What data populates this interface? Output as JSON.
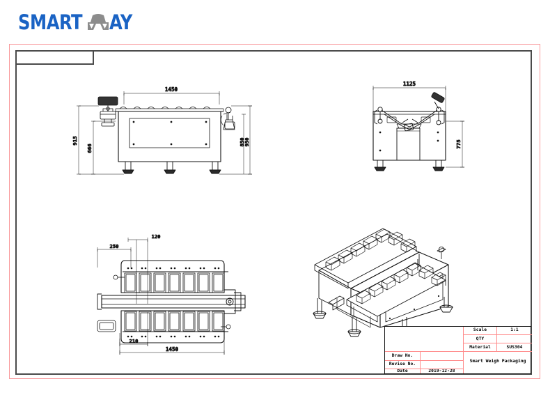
{
  "brand": {
    "text_before": "SMART",
    "text_after": "AY",
    "icon": "weigher-hopper-icon",
    "color": "#1a63c4",
    "icon_color": "#8c8c8c"
  },
  "sheet": {
    "border_color": "#f9999c",
    "frame_color": "#4a4a4a",
    "line_color": "#111111"
  },
  "views": {
    "front_elevation": {
      "name": "front-elevation-view",
      "dimensions": {
        "width_top": "1450",
        "height_outer_left": "915",
        "height_inner_left": "666",
        "height_right_upper": "950",
        "height_right_lower": "850"
      }
    },
    "side_elevation": {
      "name": "side-elevation-view",
      "dimensions": {
        "width_top": "1125",
        "height_right": "775"
      }
    },
    "plan": {
      "name": "plan-top-view",
      "dimensions": {
        "offset_left": "250",
        "pitch": "120",
        "offset_bottom": "210",
        "overall_length": "1450"
      }
    },
    "isometric": {
      "name": "isometric-3d-view"
    }
  },
  "title_block": {
    "rows": {
      "scale_label": "Scale",
      "scale_value": "1:1",
      "qty_label": "QTY",
      "qty_value": "",
      "material_label": "Material",
      "material_value": "SUS304",
      "draw_no_label": "Draw No.",
      "draw_no_value": "",
      "revise_no_label": "Revise No.",
      "revise_no_value": "",
      "date_label": "Date",
      "date_value": "2019-12-28",
      "company": "Smart Weigh Packaging"
    }
  }
}
